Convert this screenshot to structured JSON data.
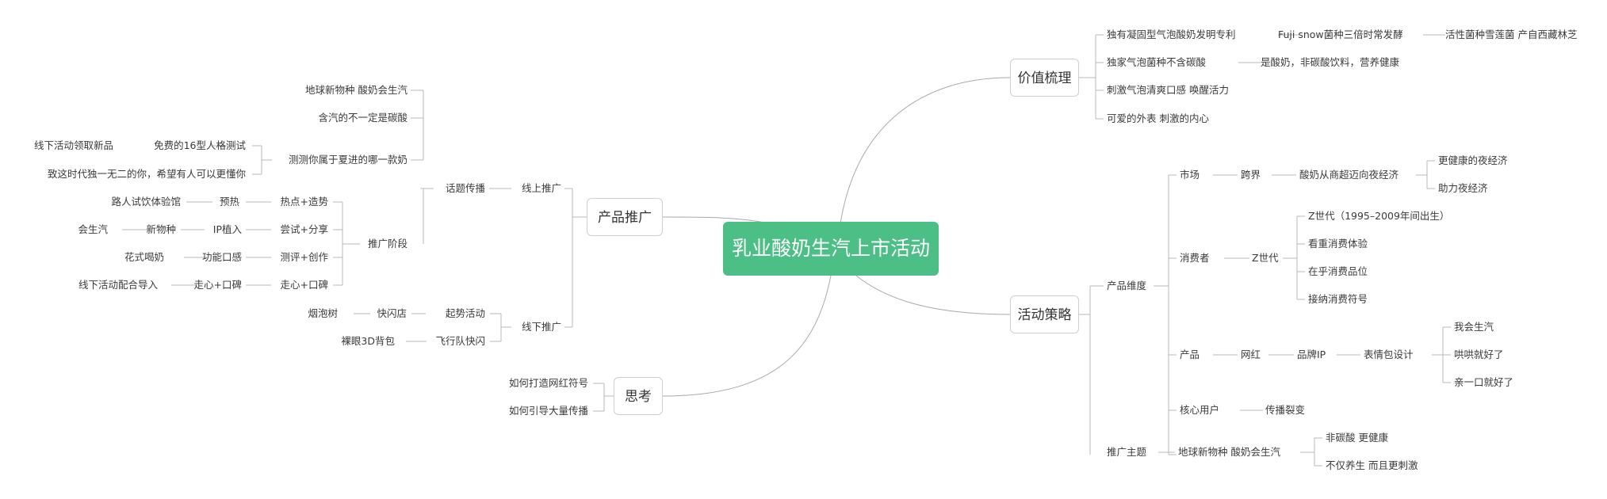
{
  "central": "乳业酸奶生汽上市活动",
  "branches": {
    "value": {
      "label": "价值梳理",
      "items": [
        [
          "独有凝固型气泡酸奶发明专利",
          "Fuji snow菌种三倍时常发酵",
          "活性菌种雪莲菌 产自西藏林芝"
        ],
        [
          "独家气泡菌种不含碳酸",
          "是酸奶，非碳酸饮料，营养健康"
        ],
        [
          "刺激气泡清爽口感 唤醒活力"
        ],
        [
          "可爱的外表 刺激的内心"
        ]
      ]
    },
    "strategy": {
      "label": "活动策略",
      "product_dim": "产品维度",
      "market": "市场",
      "crossover": "跨界",
      "night_shift": "酸奶从商超迈向夜经济",
      "night_items": [
        "更健康的夜经济",
        "助力夜经济"
      ],
      "consumer": "消费者",
      "genz": "Z世代",
      "genz_items": [
        "Z世代（1995–2009年间出生）",
        "看重消费体验",
        "在乎消费品位",
        "接纳消费符号"
      ],
      "product": "产品",
      "influencer": "网红",
      "brand_ip": "品牌IP",
      "sticker": "表情包设计",
      "sticker_items": [
        "我会生汽",
        "哄哄就好了",
        "亲一口就好了"
      ],
      "core_users": "核心用户",
      "viral": "传播裂变",
      "theme": "推广主题",
      "theme_main": "地球新物种  酸奶会生汽",
      "theme_items": [
        "非碳酸 更健康",
        "不仅养生 而且更刺激"
      ]
    },
    "promo": {
      "label": "产品推广",
      "online": "线上推广",
      "topic": "话题传播",
      "topic_items": [
        "地球新物种  酸奶会生汽",
        "含汽的不一定是碳酸",
        "测测你属于夏进的哪一款奶"
      ],
      "test": "免费的16型人格测试",
      "test_source": "线下活动领取新品",
      "test_tag": "致这时代独一无二的你，希望有人可以更懂你",
      "stage": "推广阶段",
      "stage_rows": [
        [
          "热点+造势",
          "预热",
          "路人试饮体验馆"
        ],
        [
          "尝试+分享",
          "IP植入",
          "新物种",
          "会生汽"
        ],
        [
          "测评+创作",
          "功能口感",
          "花式喝奶"
        ],
        [
          "走心+口碑",
          "走心+口碑",
          "线下活动配合导入"
        ]
      ],
      "offline": "线下推广",
      "offline_rows": [
        [
          "起势活动",
          "快闪店",
          "烟泡树"
        ],
        [
          "飞行队快闪",
          "裸眼3D背包"
        ]
      ]
    },
    "think": {
      "label": "思考",
      "items": [
        "如何打造网红符号",
        "如何引导大量传播"
      ]
    }
  }
}
